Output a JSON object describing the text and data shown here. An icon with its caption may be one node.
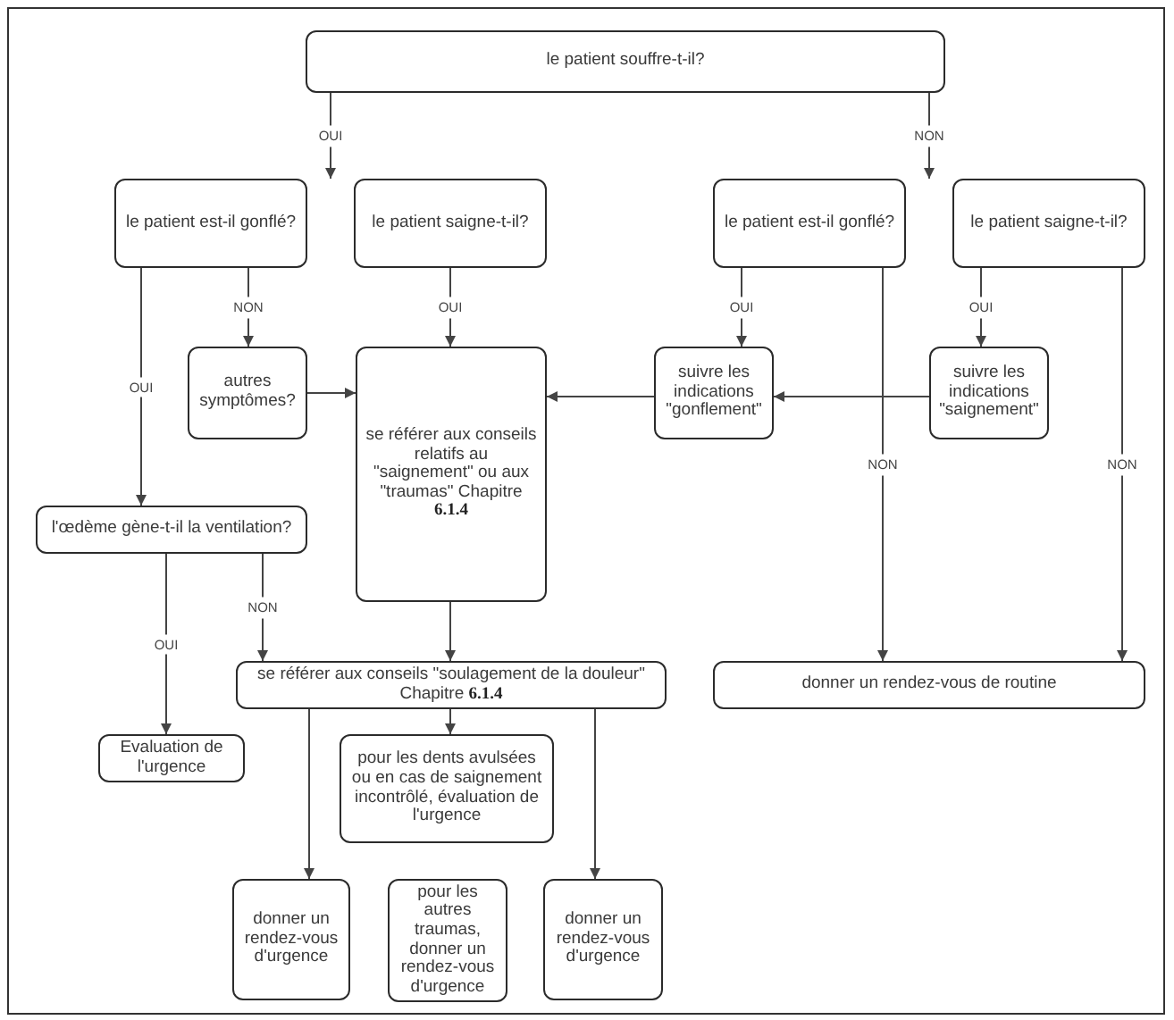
{
  "diagram": {
    "nodes": [
      {
        "text": [
          "le patient souffre-t-il?"
        ]
      },
      {
        "text": [
          "le patient est-il gonflé?"
        ]
      },
      {
        "text": [
          "le patient saigne-t-il?"
        ]
      },
      {
        "text": [
          "le patient est-il gonflé?"
        ]
      },
      {
        "text": [
          "le patient saigne-t-il?"
        ]
      },
      {
        "text": [
          "autres symptômes?"
        ]
      },
      {
        "text": [
          "se référer aux conseils relatifs au \"saignement\" ou aux \"traumas\" Chapitre **6.1.4**"
        ]
      },
      {
        "text": [
          "suivre les indications \"gonflement\""
        ]
      },
      {
        "text": [
          "suivre les indications \"saignement\""
        ]
      },
      {
        "text": [
          "l'œdème gène-t-il la ventilation?"
        ]
      },
      {
        "text": [
          "se référer aux conseils \"soulagement de la douleur\" Chapitre **6.1.4**"
        ]
      },
      {
        "text": [
          "donner un rendez-vous de routine"
        ]
      },
      {
        "text": [
          "Evaluation de l'urgence"
        ]
      },
      {
        "text": [
          "pour les dents avulsées ou en cas de saignement incontrôlé, évaluation de l'urgence"
        ]
      },
      {
        "text": [
          "donner un rendez-vous d'urgence"
        ]
      },
      {
        "text": [
          "pour les autres traumas, donner un rendez-vous d'urgence"
        ]
      },
      {
        "text": [
          "donner un rendez-vous d'urgence"
        ]
      }
    ],
    "edges": [
      {
        "from": 0,
        "to": 1,
        "label": "OUI",
        "arrow": "to"
      },
      {
        "from": 0,
        "to": 2,
        "arrow": "to"
      },
      {
        "from": 0,
        "to": 3,
        "label": "NON",
        "arrow": "to"
      },
      {
        "from": 0,
        "to": 4,
        "arrow": "to"
      },
      {
        "from": 1,
        "to": 5,
        "label": "NON",
        "arrow": "to"
      },
      {
        "from": 1,
        "to": 9,
        "label": "OUI",
        "arrow": "to"
      },
      {
        "from": 2,
        "to": 6,
        "label": "OUI",
        "arrow": "to"
      },
      {
        "from": 5,
        "to": 6,
        "arrow": "to"
      },
      {
        "from": 7,
        "to": 6,
        "arrow": "to"
      },
      {
        "from": 8,
        "to": 7,
        "arrow": "to"
      },
      {
        "from": 3,
        "to": 7,
        "label": "OUI",
        "arrow": "to"
      },
      {
        "from": 3,
        "to": 11,
        "label": "NON",
        "arrow": "to"
      },
      {
        "from": 4,
        "to": 8,
        "label": "OUI",
        "arrow": "to"
      },
      {
        "from": 4,
        "to": 11,
        "label": "NON",
        "arrow": "to"
      },
      {
        "from": 9,
        "to": 12,
        "label": "OUI",
        "arrow": "to"
      },
      {
        "from": 9,
        "to": 10,
        "label": "NON",
        "arrow": "to"
      },
      {
        "from": 6,
        "to": 10,
        "arrow": "to"
      },
      {
        "from": 10,
        "to": 13,
        "arrow": "to"
      },
      {
        "from": 10,
        "to": 14,
        "arrow": "to"
      },
      {
        "from": 10,
        "to": 16,
        "arrow": "to"
      }
    ]
  }
}
